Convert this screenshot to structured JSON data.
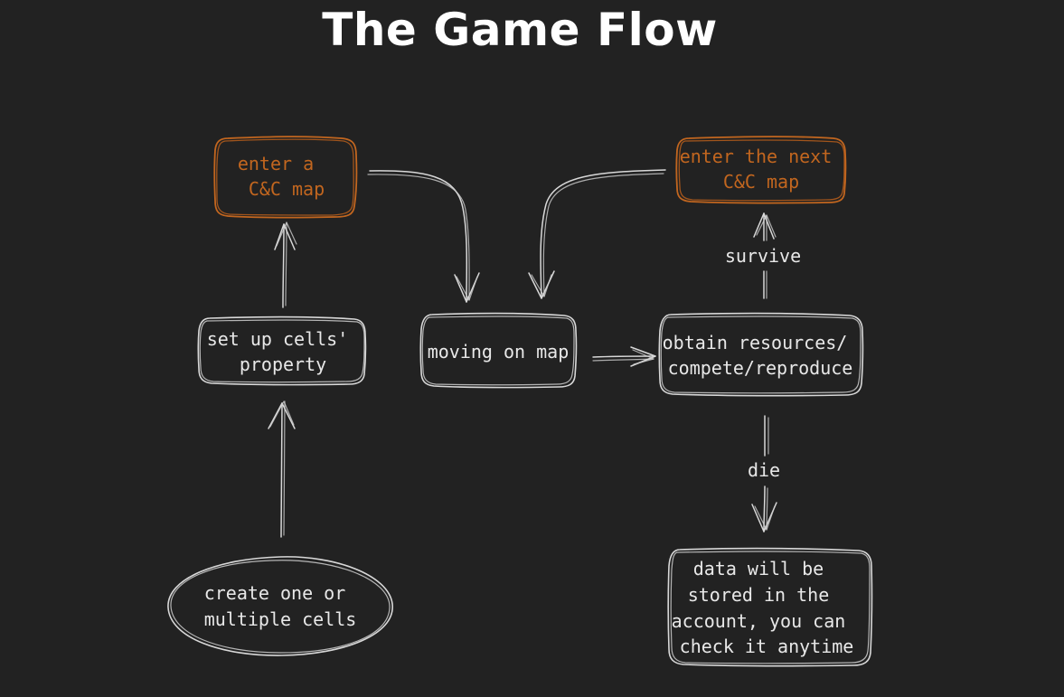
{
  "title": "The Game Flow",
  "colors": {
    "background": "#222222",
    "stroke": "#d8d8d8",
    "accent": "#c2661f",
    "text": "#e8e8e8"
  },
  "nodes": {
    "enter_map": {
      "lines": [
        "enter a",
        "C&C map"
      ]
    },
    "enter_next_map": {
      "lines": [
        "enter the next",
        "C&C map"
      ]
    },
    "set_up_cells": {
      "lines": [
        "set up cells'",
        "property"
      ]
    },
    "moving": {
      "lines": [
        "moving on map"
      ]
    },
    "obtain": {
      "lines": [
        "obtain resources/",
        "compete/reproduce"
      ]
    },
    "create_cells": {
      "lines": [
        "create one or",
        "multiple cells"
      ]
    },
    "data_stored": {
      "lines": [
        "data will be",
        "stored in the",
        "account, you can",
        "check it anytime"
      ]
    }
  },
  "edge_labels": {
    "survive": "survive",
    "die": "die"
  }
}
